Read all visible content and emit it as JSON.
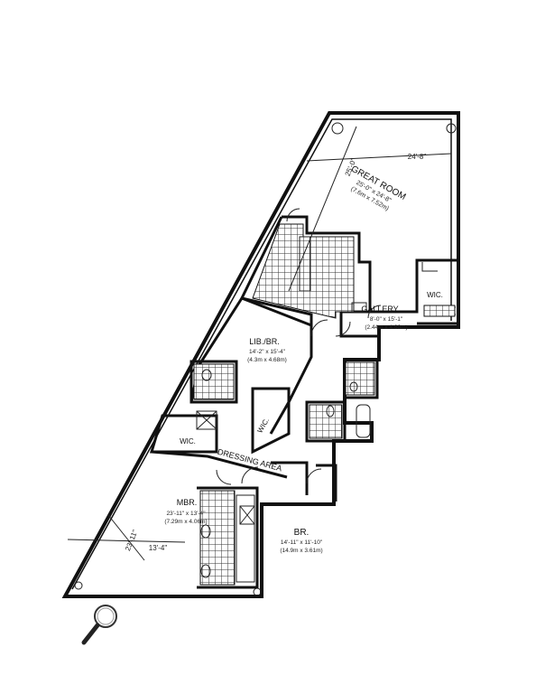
{
  "floorplan": {
    "rooms": {
      "great_room": {
        "name": "GREAT ROOM",
        "dims": "25'-0\" x 24'-8\"",
        "metric": "(7.6m x 7.52m)"
      },
      "gallery": {
        "name": "GALLERY",
        "dims": "8'-0\" x 15'-1\"",
        "metric": "(2.44m x 4.60m)"
      },
      "lib_br": {
        "name": "LIB./BR.",
        "dims": "14'-2\" x 15'-4\"",
        "metric": "(4.3m x 4.68m)"
      },
      "mbr": {
        "name": "MBR.",
        "dims": "23'-11\" x 13'-4\"",
        "metric": "(7.29m x 4.06m)"
      },
      "br": {
        "name": "BR.",
        "dims": "14'-11\" x 11'-10\"",
        "metric": "(14.9m x 3.61m)"
      },
      "dressing": {
        "name": "DRESSING AREA"
      },
      "wic_right": {
        "name": "WIC."
      },
      "wic_center": {
        "name": "WIC."
      },
      "wic_left": {
        "name": "WIC."
      }
    },
    "dimensions": {
      "great_room_width": "24'-8\"",
      "great_room_depth": "25'-0\"",
      "mbr_length": "23'-11\"",
      "mbr_width": "13'-4\""
    }
  },
  "colors": {
    "line": "#111111",
    "background": "#ffffff",
    "magnifier_handle": "#222222"
  },
  "icons": {
    "zoom": "magnifier-icon"
  }
}
